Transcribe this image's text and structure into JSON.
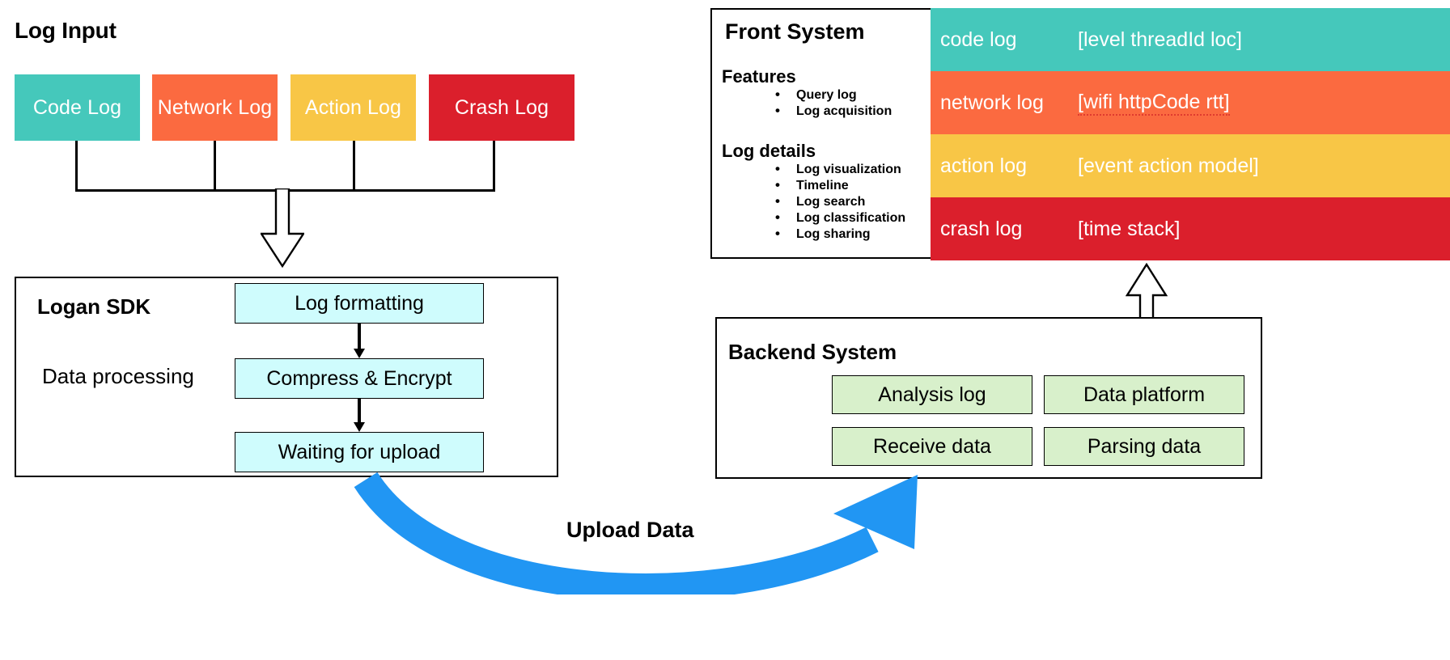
{
  "log_input": {
    "title": "Log Input",
    "sources": [
      {
        "label": "Code Log",
        "color": "#45C8BB"
      },
      {
        "label": "Network Log",
        "color": "#FB6A40"
      },
      {
        "label": "Action Log",
        "color": "#F8C646"
      },
      {
        "label": "Crash Log",
        "color": "#DB1F2C"
      }
    ]
  },
  "logan_sdk": {
    "title": "Logan SDK",
    "subtitle": "Data processing",
    "steps": [
      {
        "label": "Log formatting"
      },
      {
        "label": "Compress & Encrypt"
      },
      {
        "label": "Waiting for upload"
      }
    ],
    "box_color": "#CFFCFD"
  },
  "front_system": {
    "title": "Front System",
    "groups": [
      {
        "heading": "Features",
        "items": [
          "Query log",
          "Log acquisition"
        ]
      },
      {
        "heading": "Log details",
        "items": [
          "Log visualization",
          "Timeline",
          "Log search",
          "Log classification",
          "Log sharing"
        ]
      }
    ],
    "log_types": [
      {
        "name": "code log",
        "fields": "[level threadId loc]",
        "color": "#45C8BB"
      },
      {
        "name": "network log",
        "fields": "[wifi httpCode rtt]",
        "color": "#FB6A40"
      },
      {
        "name": "action log",
        "fields": "[event action model]",
        "color": "#F8C646"
      },
      {
        "name": "crash log",
        "fields": "[time stack]",
        "color": "#DB1F2C"
      }
    ]
  },
  "backend_system": {
    "title": "Backend System",
    "modules": [
      {
        "label": "Analysis log"
      },
      {
        "label": "Data platform"
      },
      {
        "label": "Receive data"
      },
      {
        "label": "Parsing data"
      }
    ],
    "box_color": "#D8F0CB"
  },
  "upload": {
    "label": "Upload Data",
    "arrow_color": "#2196F3"
  }
}
